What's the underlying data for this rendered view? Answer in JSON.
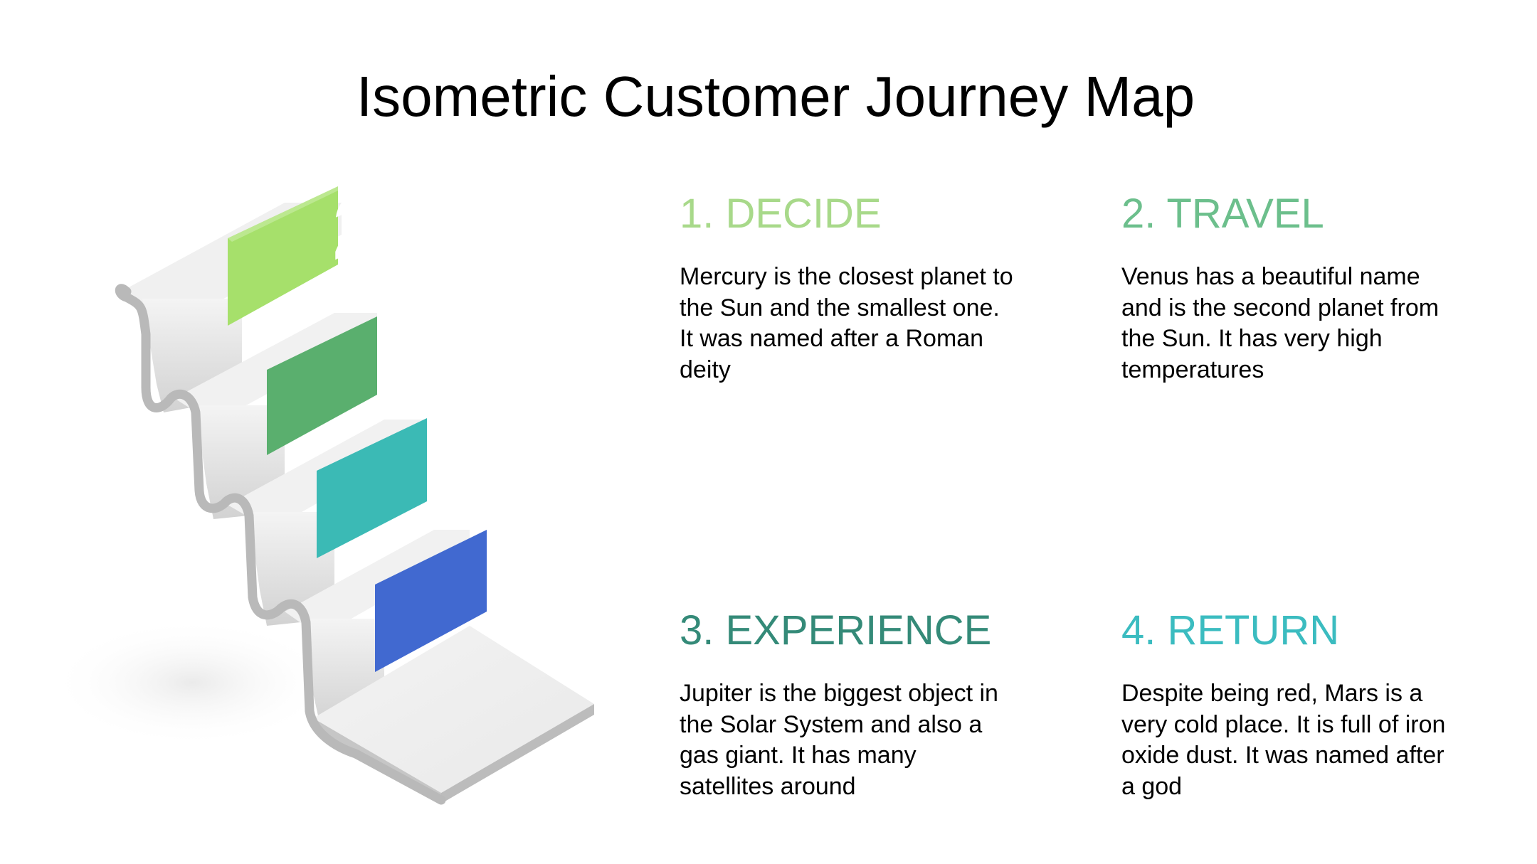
{
  "title": "Isometric Customer Journey Map",
  "colors": {
    "step1": "#a6e06b",
    "step2": "#5aaf6e",
    "step3": "#3bbab5",
    "step4": "#4169d0"
  },
  "steps": [
    {
      "number": "1",
      "heading": "1. DECIDE",
      "heading_color": "#a8d98a",
      "description": "Mercury is the closest planet to the Sun and the smallest one. It was named after a Roman deity"
    },
    {
      "number": "2",
      "heading": "2. TRAVEL",
      "heading_color": "#6cbf8c",
      "description": "Venus has a beautiful name and is the second planet from the Sun. It has very high temperatures"
    },
    {
      "number": "3",
      "heading": "3. EXPERIENCE",
      "heading_color": "#348a78",
      "description": "Jupiter is the biggest object in the Solar System and also a gas giant. It has many satellites around"
    },
    {
      "number": "4",
      "heading": "4. RETURN",
      "heading_color": "#3bbcc0",
      "description": "Despite being red, Mars is a very cold place. It is full of iron oxide dust. It was named after a god"
    }
  ]
}
